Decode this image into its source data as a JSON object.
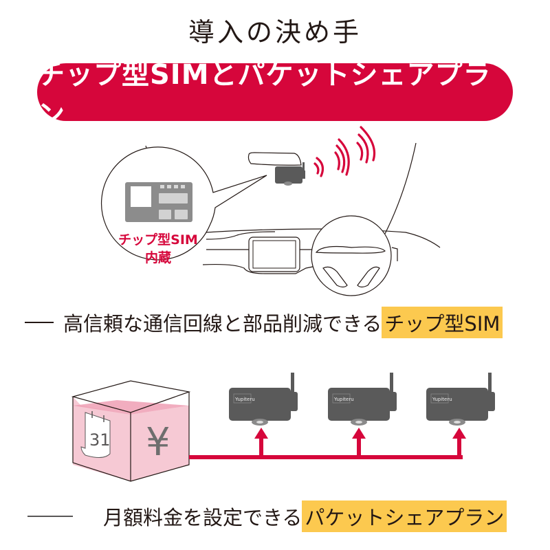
{
  "title": "導入の決め手",
  "banner": {
    "text": "チップ型SIMとパケットシェアプラン"
  },
  "illustration_top": {
    "callout_line1": "チップ型SIM",
    "callout_line2": "内蔵",
    "icons": [
      "chip-sim-icon",
      "dashcam-icon",
      "signal-waves-icon",
      "steering-wheel-icon",
      "car-navigation-screen-icon"
    ]
  },
  "feature1": {
    "prefix": "高信頼な通信回線と部品削減できる",
    "highlight": "チップ型SIM"
  },
  "illustration_bottom": {
    "calendar_day": "31",
    "currency_symbol": "¥",
    "device_brand": "Yupiteru",
    "device_count": 3
  },
  "feature2": {
    "prefix": "月額料金を設定できる",
    "highlight": "パケットシェアプラン"
  },
  "colors": {
    "accent_red": "#d6063b",
    "highlight_yellow": "#fcc94f",
    "pink_fill": "#f6c9d4",
    "device_gray": "#5a5a5a"
  }
}
